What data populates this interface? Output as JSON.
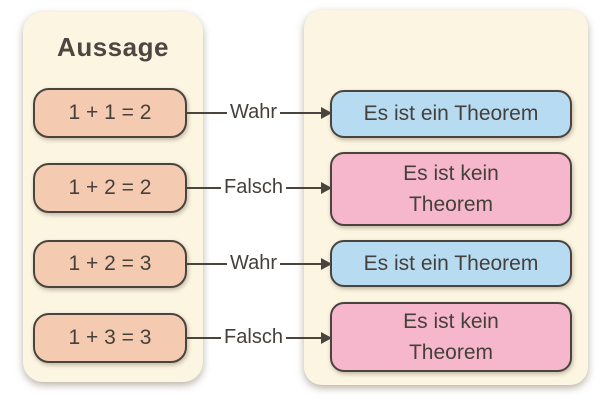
{
  "left_panel": {
    "title": "Aussage"
  },
  "rows": [
    {
      "statement": "1 + 1 = 2",
      "label": "Wahr",
      "result": "Es ist ein Theorem",
      "result_type": "theorem"
    },
    {
      "statement": "1 + 2 = 2",
      "label": "Falsch",
      "result": "Es ist kein\nTheorem",
      "result_type": "not-theorem"
    },
    {
      "statement": "1 + 2 = 3",
      "label": "Wahr",
      "result": "Es ist ein Theorem",
      "result_type": "theorem"
    },
    {
      "statement": "1 + 3 = 3",
      "label": "Falsch",
      "result": "Es ist kein\nTheorem",
      "result_type": "not-theorem"
    }
  ],
  "colors": {
    "page_bg": "#FFFFFF",
    "panel_bg": "#FCF5E1",
    "statement_fill": "#F4CBB1",
    "theorem_fill": "#B7DCF2",
    "not_theorem_fill": "#F6B7CD",
    "stroke": "#4A443E",
    "text": "#45403C"
  }
}
